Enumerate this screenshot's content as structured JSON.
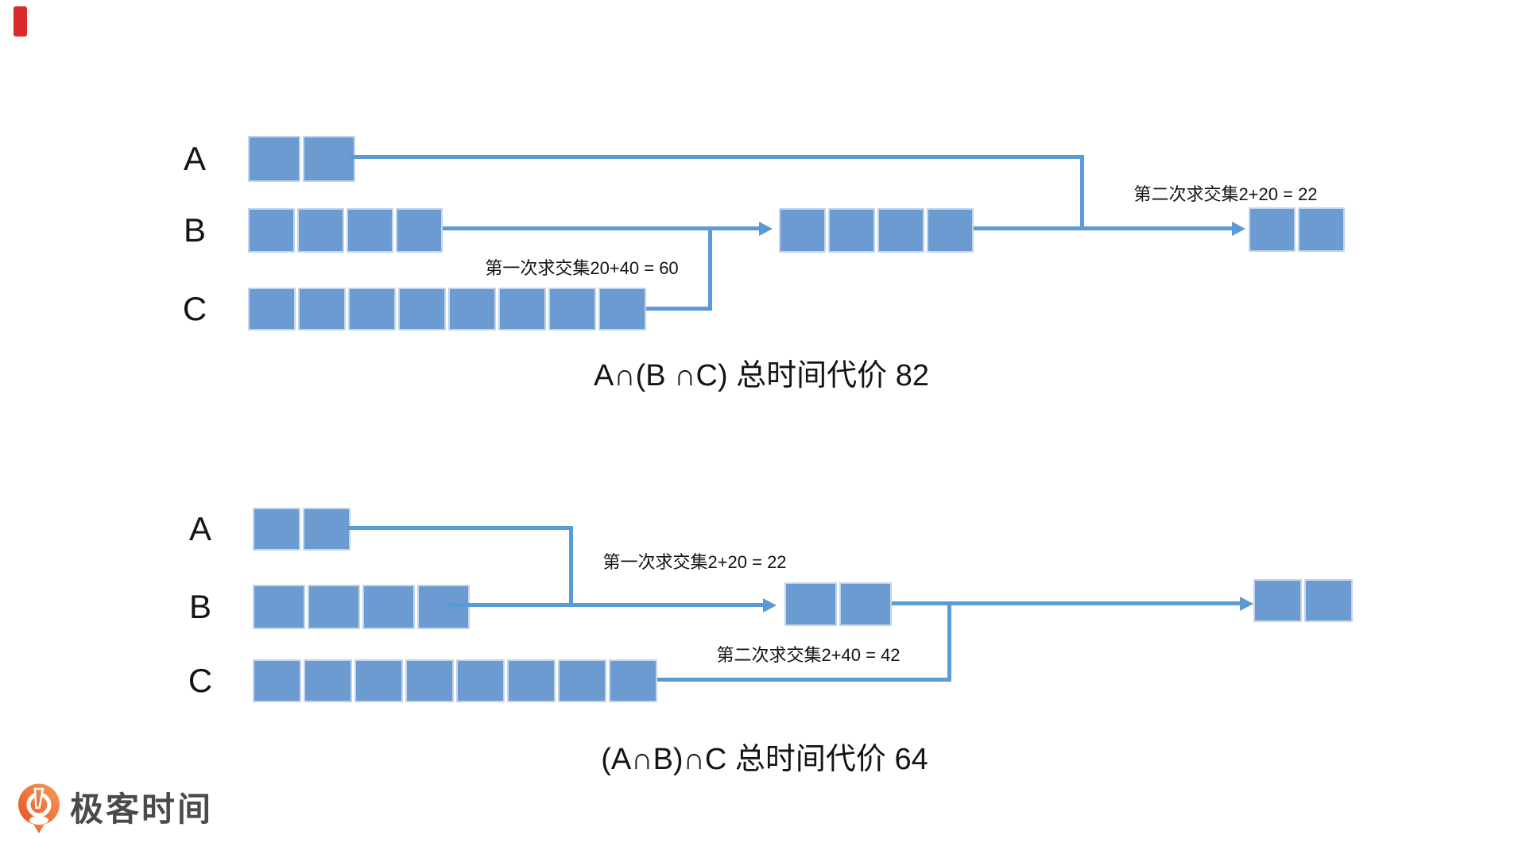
{
  "colors": {
    "block_fill": "#6c9bd2",
    "block_border": "#c3d5ec",
    "connector": "#5b9bd5",
    "text": "#141414",
    "logo_text": "#4a4a4a",
    "logo_orange_light": "#f79d5c",
    "logo_orange_dark": "#e55321",
    "red_marker": "#d92b2b"
  },
  "diagram_top": {
    "title": "A∩(B ∩C) 总时间代价 82",
    "row_a": {
      "label": "A",
      "blocks": 2
    },
    "row_b": {
      "label": "B",
      "blocks": 4
    },
    "row_c": {
      "label": "C",
      "blocks": 8
    },
    "intermediate": {
      "blocks": 4
    },
    "result": {
      "blocks": 2
    },
    "first_intersection_label": "第一次求交集20+40 = 60",
    "second_intersection_label": "第二次求交集2+20 = 22"
  },
  "diagram_bottom": {
    "title": "(A∩B)∩C 总时间代价 64",
    "row_a": {
      "label": "A",
      "blocks": 2
    },
    "row_b": {
      "label": "B",
      "blocks": 4
    },
    "row_c": {
      "label": "C",
      "blocks": 8
    },
    "intermediate": {
      "blocks": 2
    },
    "result": {
      "blocks": 2
    },
    "first_intersection_label": "第一次求交集2+20 = 22",
    "second_intersection_label": "第二次求交集2+40 = 42"
  },
  "logo": {
    "text": "极客时间"
  }
}
